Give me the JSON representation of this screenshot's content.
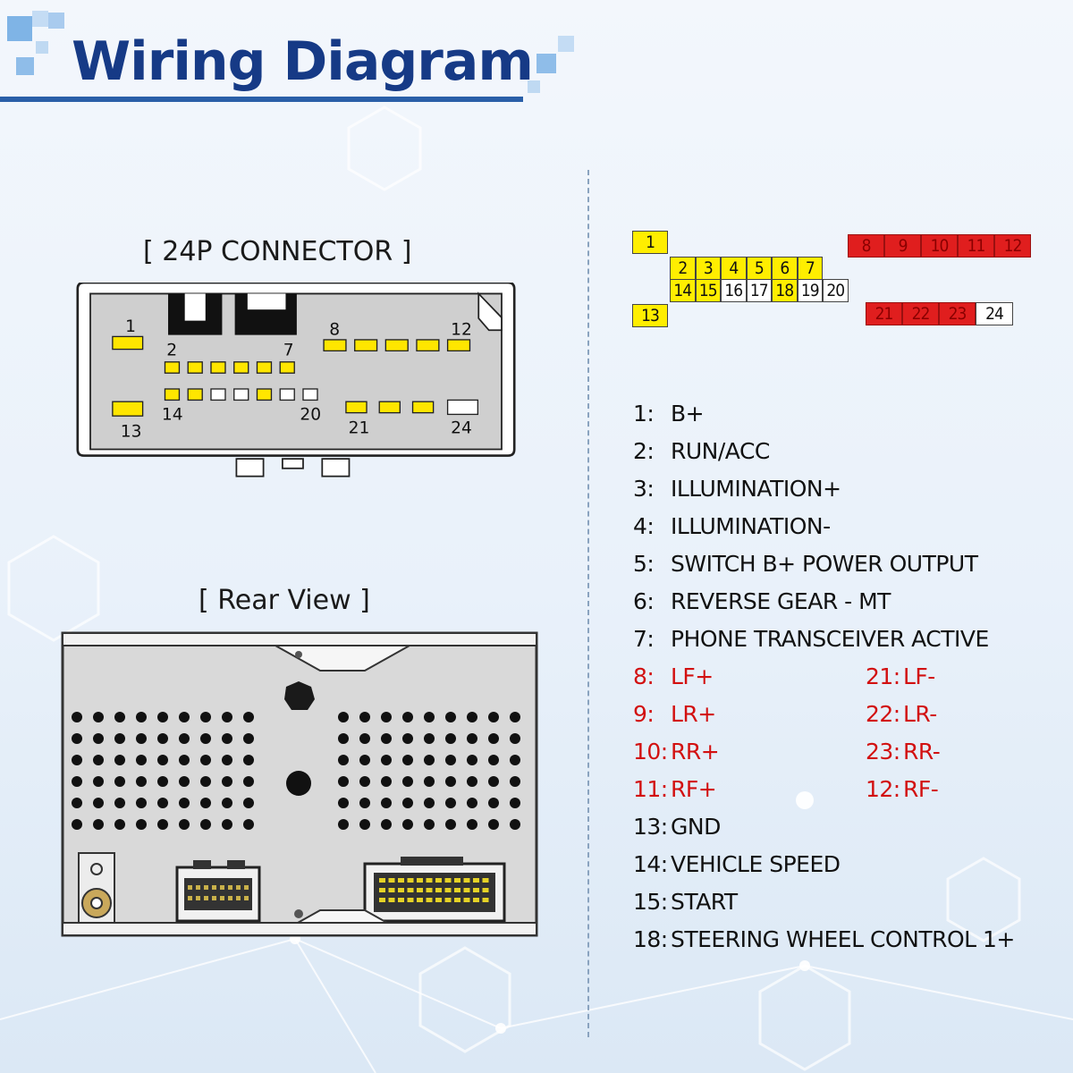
{
  "header": {
    "title": "Wiring Diagram"
  },
  "connector": {
    "heading": "[ 24P CONNECTOR ]",
    "labels": {
      "p1": "1",
      "p2": "2",
      "p7": "7",
      "p8": "8",
      "p12": "12",
      "p13": "13",
      "p14": "14",
      "p20": "20",
      "p21": "21",
      "p24": "24"
    }
  },
  "rear_view": {
    "heading": "[ Rear View ]"
  },
  "pin_map": {
    "row_top_left": [
      "1"
    ],
    "row_upper": [
      "2",
      "3",
      "4",
      "5",
      "6",
      "7"
    ],
    "row_lower": [
      "14",
      "15",
      "16",
      "17",
      "18",
      "19",
      "20"
    ],
    "row_bottom_left": [
      "13"
    ],
    "red_top": [
      "8",
      "9",
      "10",
      "11",
      "12"
    ],
    "red_bottom": [
      "21",
      "22",
      "23"
    ],
    "white_bottom": [
      "24"
    ],
    "colors": {
      "active": "#ffee00",
      "unused": "#ffffff",
      "speaker": "#e01e1e"
    }
  },
  "pins": [
    {
      "num": "1:",
      "label": "B+"
    },
    {
      "num": "2:",
      "label": "RUN/ACC"
    },
    {
      "num": "3:",
      "label": "ILLUMINATION+"
    },
    {
      "num": "4:",
      "label": "ILLUMINATION-"
    },
    {
      "num": "5:",
      "label": "SWITCH B+ POWER OUTPUT"
    },
    {
      "num": "6:",
      "label": "REVERSE GEAR - MT"
    },
    {
      "num": "7:",
      "label": "PHONE TRANSCEIVER ACTIVE"
    },
    {
      "num": "8:",
      "label": "LF+"
    },
    {
      "num": "9:",
      "label": "LR+"
    },
    {
      "num": "10:",
      "label": "RR+"
    },
    {
      "num": "11:",
      "label": "RF+"
    },
    {
      "num": "13:",
      "label": "GND"
    },
    {
      "num": "14:",
      "label": "VEHICLE SPEED"
    },
    {
      "num": "15:",
      "label": "START"
    },
    {
      "num": "18:",
      "label": "STEERING WHEEL CONTROL 1+"
    }
  ],
  "pins_right": [
    {
      "num": "21:",
      "label": "LF-"
    },
    {
      "num": "22:",
      "label": "LR-"
    },
    {
      "num": "23:",
      "label": "RR-"
    },
    {
      "num": "12:",
      "label": "RF-"
    }
  ]
}
